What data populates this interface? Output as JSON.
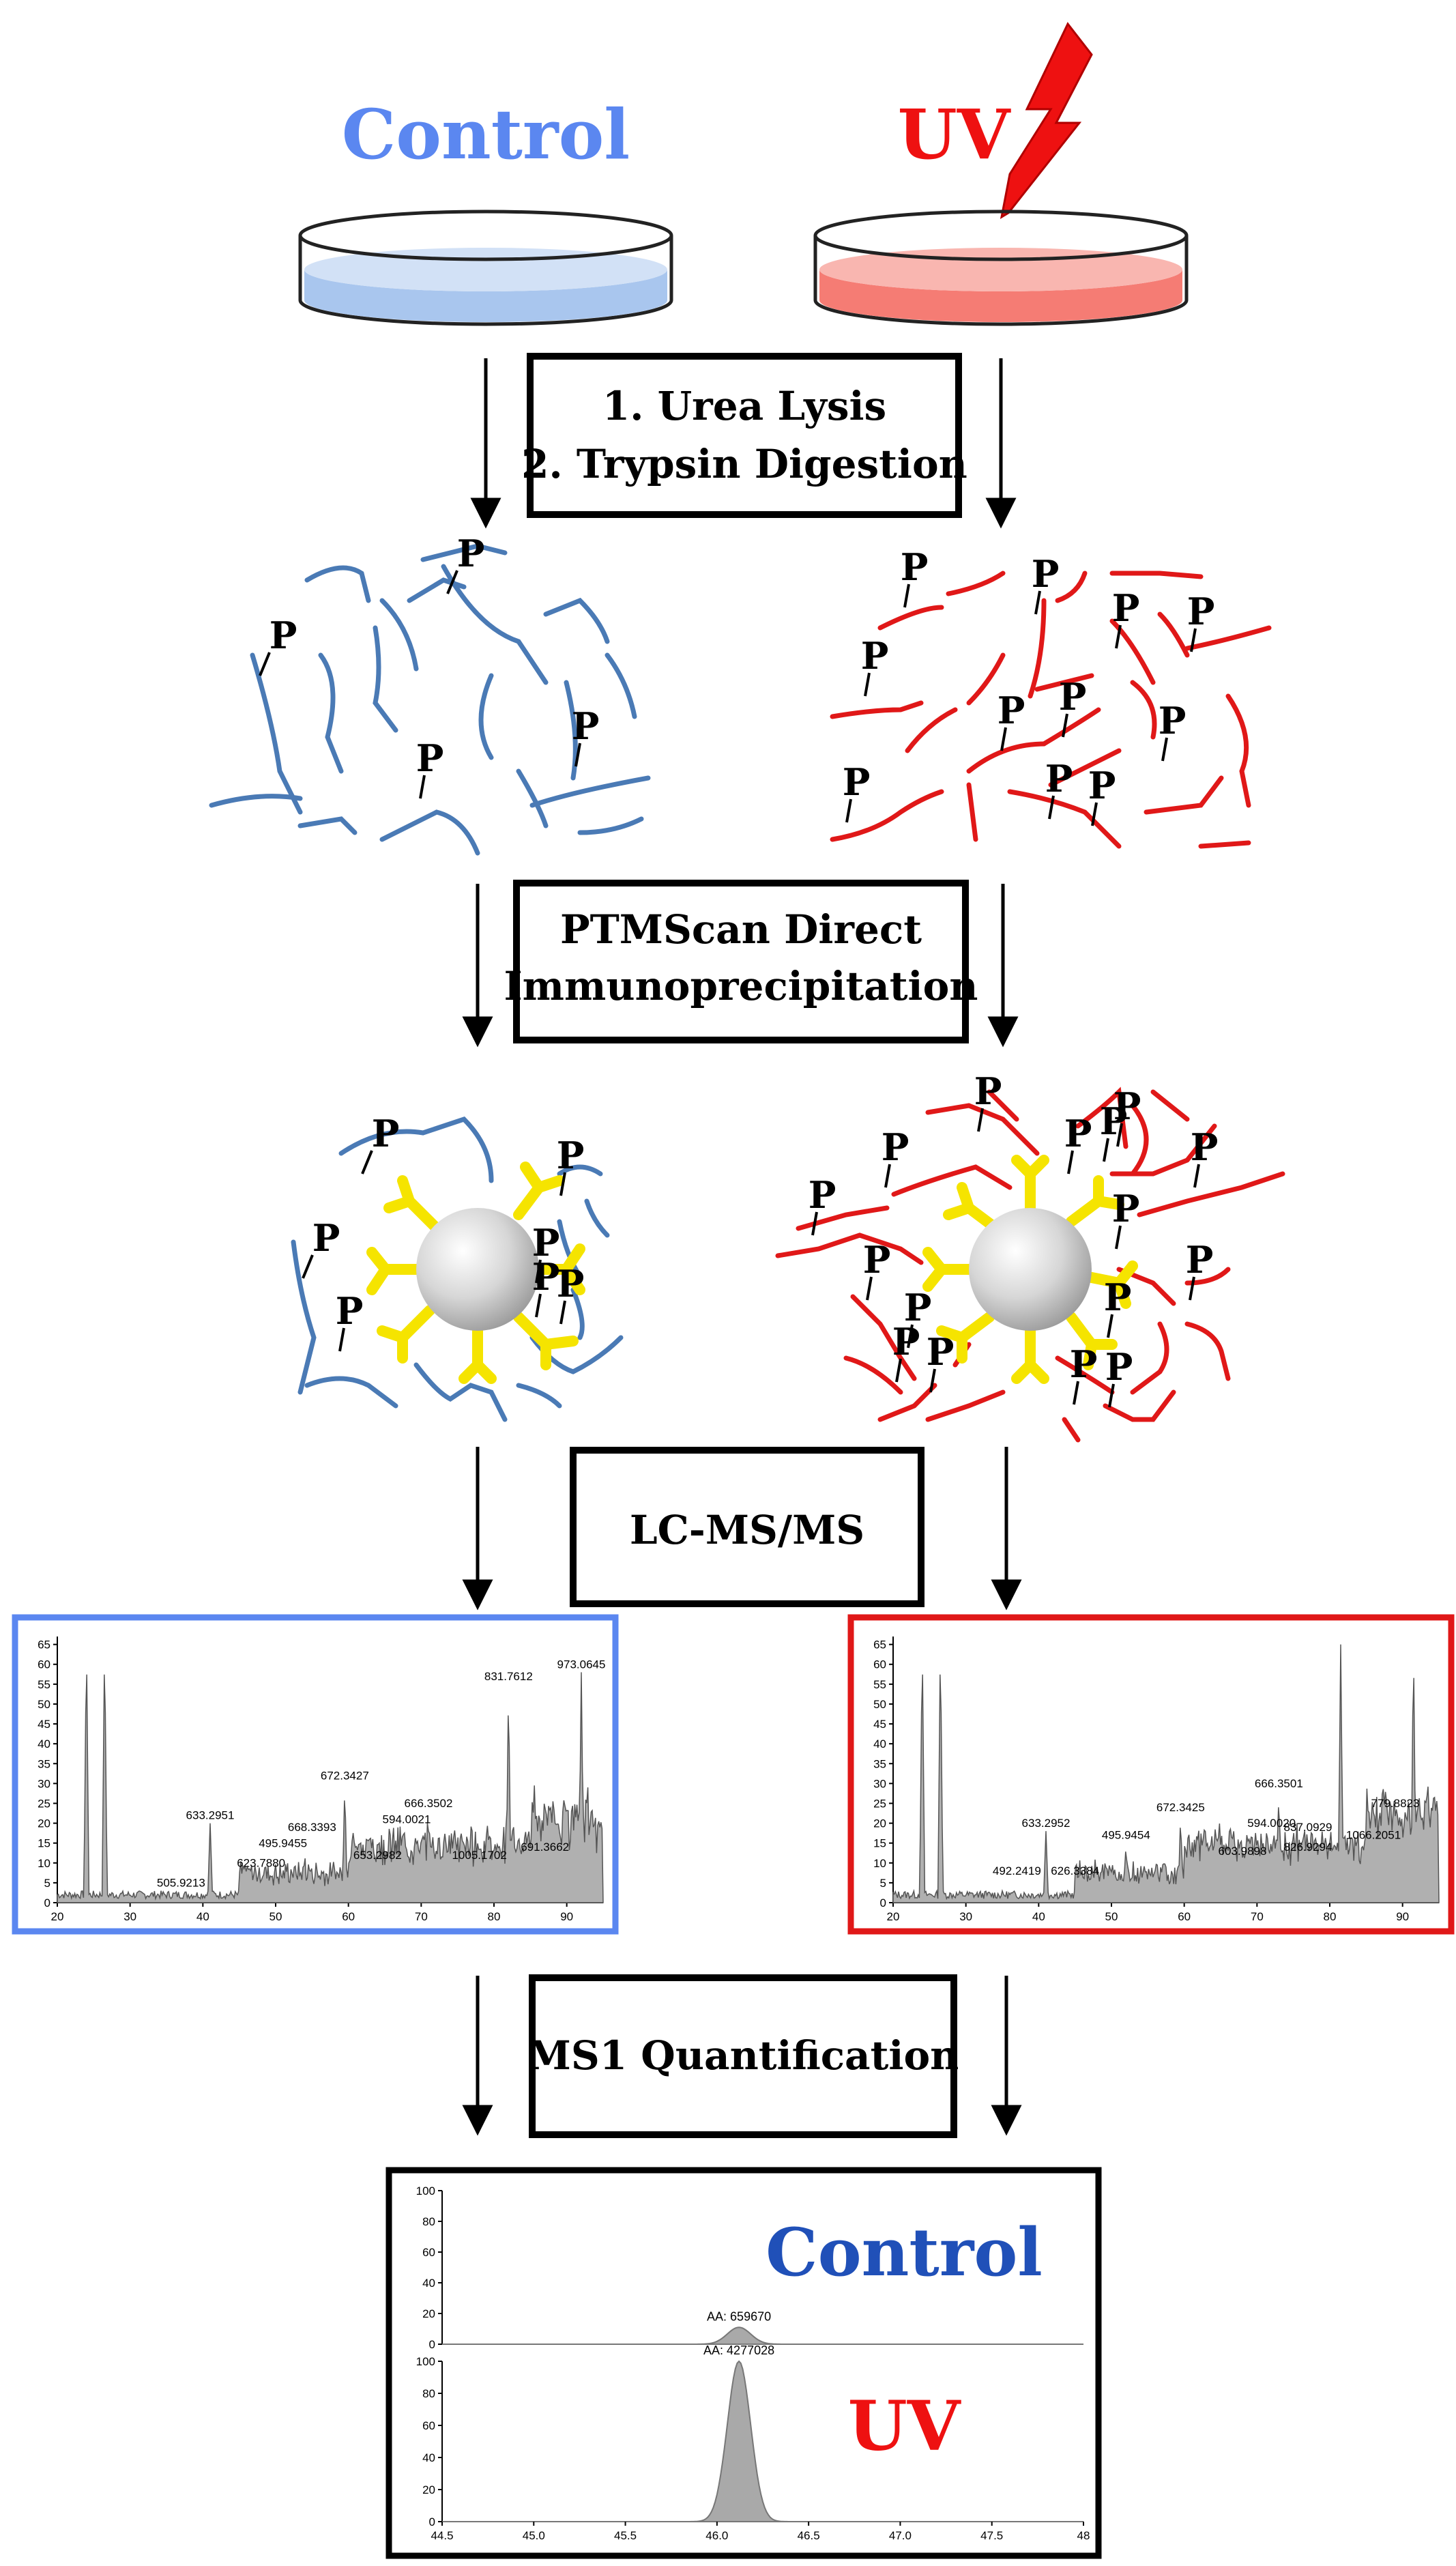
{
  "header": {
    "control_label": "Control",
    "uv_label": "UV",
    "control_color": "#5b87f0",
    "uv_color": "#ee1111"
  },
  "steps": {
    "step1_line1": "1. Urea Lysis",
    "step1_line2": "2. Trypsin Digestion",
    "step2_line1": "PTMScan Direct",
    "step2_line2": "Immunoprecipitation",
    "step3": "LC-MS/MS",
    "step4": "MS1 Quantification"
  },
  "phospho_label": "P",
  "colors": {
    "control_peptide": "#4a7ab5",
    "uv_peptide": "#e01818",
    "antibody": "#f5e400",
    "lightning": "#ee1111",
    "control_dish_liquid": "#a9c6ee",
    "uv_dish_liquid": "#f57c74",
    "control_frame": "#5b87f0",
    "uv_frame": "#e01818",
    "quant_control_label": "#2050b8",
    "quant_uv_label": "#ee1111",
    "trace_fill": "#a9a9a9"
  },
  "spectra": {
    "control": {
      "y_ticks": [
        "0",
        "5",
        "10",
        "15",
        "20",
        "25",
        "30",
        "35",
        "40",
        "45",
        "50",
        "55",
        "60",
        "65"
      ],
      "x_ticks": [
        "20",
        "30",
        "40",
        "50",
        "60",
        "70",
        "80",
        "90"
      ],
      "peak_labels": [
        "505.9213",
        "633.2951",
        "623.7880",
        "495.9455",
        "668.3393",
        "672.3427",
        "653.2982",
        "594.0021",
        "666.3502",
        "1005.1702",
        "831.7612",
        "691.3662",
        "973.0645"
      ]
    },
    "uv": {
      "y_ticks": [
        "0",
        "5",
        "10",
        "15",
        "20",
        "25",
        "30",
        "35",
        "40",
        "45",
        "50",
        "55",
        "60",
        "65"
      ],
      "x_ticks": [
        "20",
        "30",
        "40",
        "50",
        "60",
        "70",
        "80",
        "90"
      ],
      "peak_labels": [
        "492.2419",
        "633.2952",
        "626.3384",
        "495.9454",
        "672.3425",
        "603.9898",
        "594.0020",
        "666.3501",
        "837.0929",
        "826.9294",
        "1066.2051",
        "779.8823"
      ]
    }
  },
  "quant": {
    "control_label": "Control",
    "uv_label": "UV",
    "control_aa": "AA: 659670",
    "uv_aa": "AA: 4277028",
    "y_ticks": [
      "0",
      "20",
      "40",
      "60",
      "80",
      "100"
    ],
    "x_ticks": [
      "44.5",
      "45.0",
      "45.5",
      "46.0",
      "46.5",
      "47.0",
      "47.5",
      "48"
    ]
  }
}
